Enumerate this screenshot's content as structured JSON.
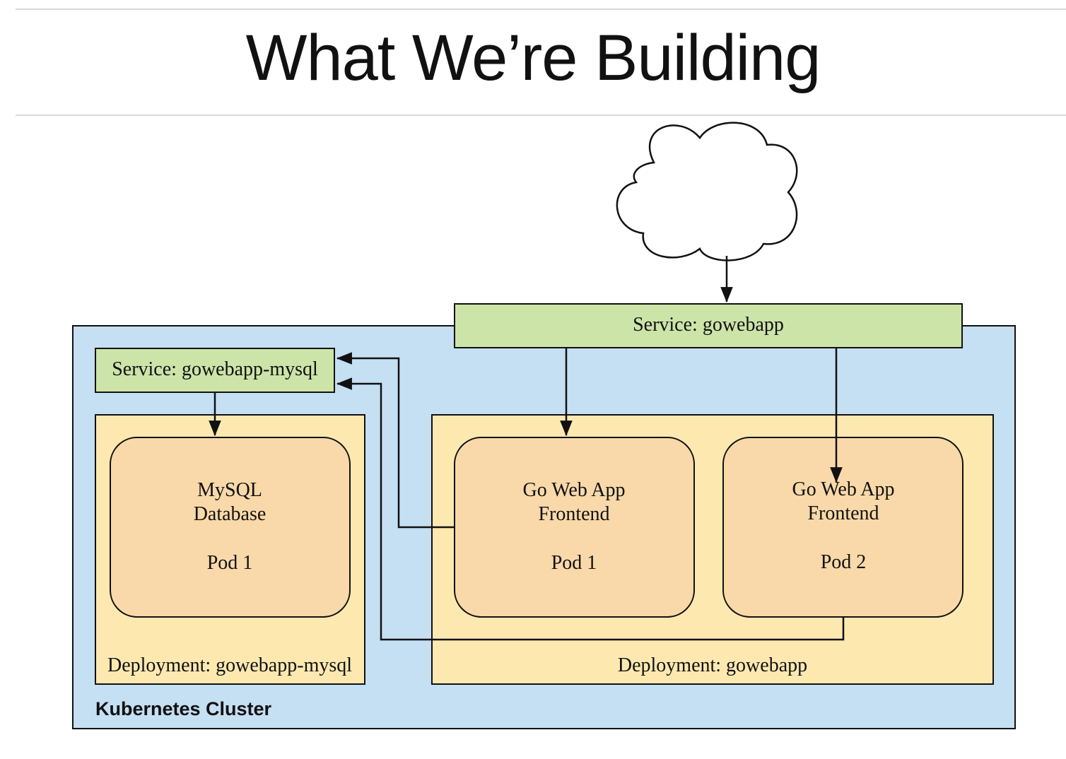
{
  "page": {
    "title": "What We’re Building"
  },
  "diagram": {
    "cluster_label": "Kubernetes Cluster",
    "service_frontend": "Service: gowebapp",
    "service_db": "Service: gowebapp-mysql",
    "deployment_db": "Deployment: gowebapp-mysql",
    "deployment_frontend": "Deployment: gowebapp",
    "pod_mysql": {
      "line1": "MySQL",
      "line2": "Database",
      "line3": "Pod 1"
    },
    "pod_web1": {
      "line1": "Go Web App",
      "line2": "Frontend",
      "line3": "Pod 1"
    },
    "pod_web2": {
      "line1": "Go Web App",
      "line2": "Frontend",
      "line3": "Pod 2"
    },
    "colors": {
      "cluster_fill": "#c5dff3",
      "service_fill": "#cde4a9",
      "deployment_fill": "#fde9b0",
      "pod_fill": "#f9d9a9",
      "stroke": "#111111"
    },
    "icons": {
      "internet": "cloud-icon"
    }
  }
}
